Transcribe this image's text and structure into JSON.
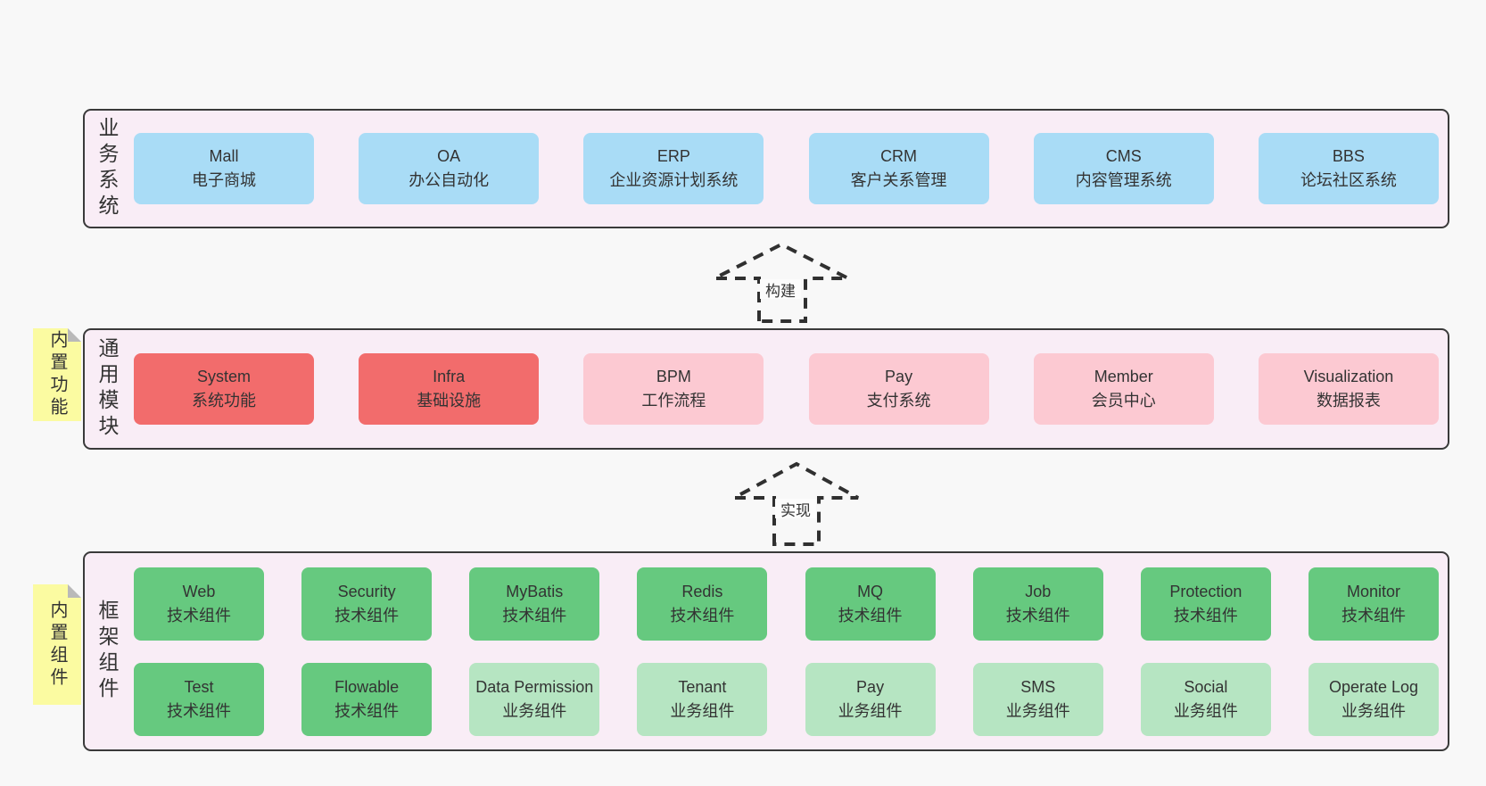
{
  "page": {
    "background": "#f8f8f8"
  },
  "colors": {
    "container_bg": "#f9edf6",
    "container_border": "#3a3a3a",
    "text": "#333333",
    "blue": "#a9dcf6",
    "red": "#f26c6c",
    "pink": "#fcc9d2",
    "green": "#66c97f",
    "lightgreen": "#b6e5c2",
    "note_bg": "#fbfba1",
    "note_fold": "#b9b9b9"
  },
  "arrows": [
    {
      "label": "构建"
    },
    {
      "label": "实现"
    }
  ],
  "layers": [
    {
      "label": "业务系统",
      "rows": [
        [
          {
            "title": "Mall",
            "subtitle": "电子商城",
            "variant": "blue"
          },
          {
            "title": "OA",
            "subtitle": "办公自动化",
            "variant": "blue"
          },
          {
            "title": "ERP",
            "subtitle": "企业资源计划系统",
            "variant": "blue"
          },
          {
            "title": "CRM",
            "subtitle": "客户关系管理",
            "variant": "blue"
          },
          {
            "title": "CMS",
            "subtitle": "内容管理系统",
            "variant": "blue"
          },
          {
            "title": "BBS",
            "subtitle": "论坛社区系统",
            "variant": "blue"
          }
        ]
      ]
    },
    {
      "label": "通用模块",
      "note": "内置功能",
      "rows": [
        [
          {
            "title": "System",
            "subtitle": "系统功能",
            "variant": "red"
          },
          {
            "title": "Infra",
            "subtitle": "基础设施",
            "variant": "red"
          },
          {
            "title": "BPM",
            "subtitle": "工作流程",
            "variant": "pink"
          },
          {
            "title": "Pay",
            "subtitle": "支付系统",
            "variant": "pink"
          },
          {
            "title": "Member",
            "subtitle": "会员中心",
            "variant": "pink"
          },
          {
            "title": "Visualization",
            "subtitle": "数据报表",
            "variant": "pink"
          }
        ]
      ]
    },
    {
      "label": "框架组件",
      "note": "内置组件",
      "rows": [
        [
          {
            "title": "Web",
            "subtitle": "技术组件",
            "variant": "green"
          },
          {
            "title": "Security",
            "subtitle": "技术组件",
            "variant": "green"
          },
          {
            "title": "MyBatis",
            "subtitle": "技术组件",
            "variant": "green"
          },
          {
            "title": "Redis",
            "subtitle": "技术组件",
            "variant": "green"
          },
          {
            "title": "MQ",
            "subtitle": "技术组件",
            "variant": "green"
          },
          {
            "title": "Job",
            "subtitle": "技术组件",
            "variant": "green"
          },
          {
            "title": "Protection",
            "subtitle": "技术组件",
            "variant": "green"
          },
          {
            "title": "Monitor",
            "subtitle": "技术组件",
            "variant": "green"
          }
        ],
        [
          {
            "title": "Test",
            "subtitle": "技术组件",
            "variant": "green"
          },
          {
            "title": "Flowable",
            "subtitle": "技术组件",
            "variant": "green"
          },
          {
            "title": "Data Permission",
            "subtitle": "业务组件",
            "variant": "lightgreen"
          },
          {
            "title": "Tenant",
            "subtitle": "业务组件",
            "variant": "lightgreen"
          },
          {
            "title": "Pay",
            "subtitle": "业务组件",
            "variant": "lightgreen"
          },
          {
            "title": "SMS",
            "subtitle": "业务组件",
            "variant": "lightgreen"
          },
          {
            "title": "Social",
            "subtitle": "业务组件",
            "variant": "lightgreen"
          },
          {
            "title": "Operate Log",
            "subtitle": "业务组件",
            "variant": "lightgreen"
          }
        ]
      ]
    }
  ]
}
